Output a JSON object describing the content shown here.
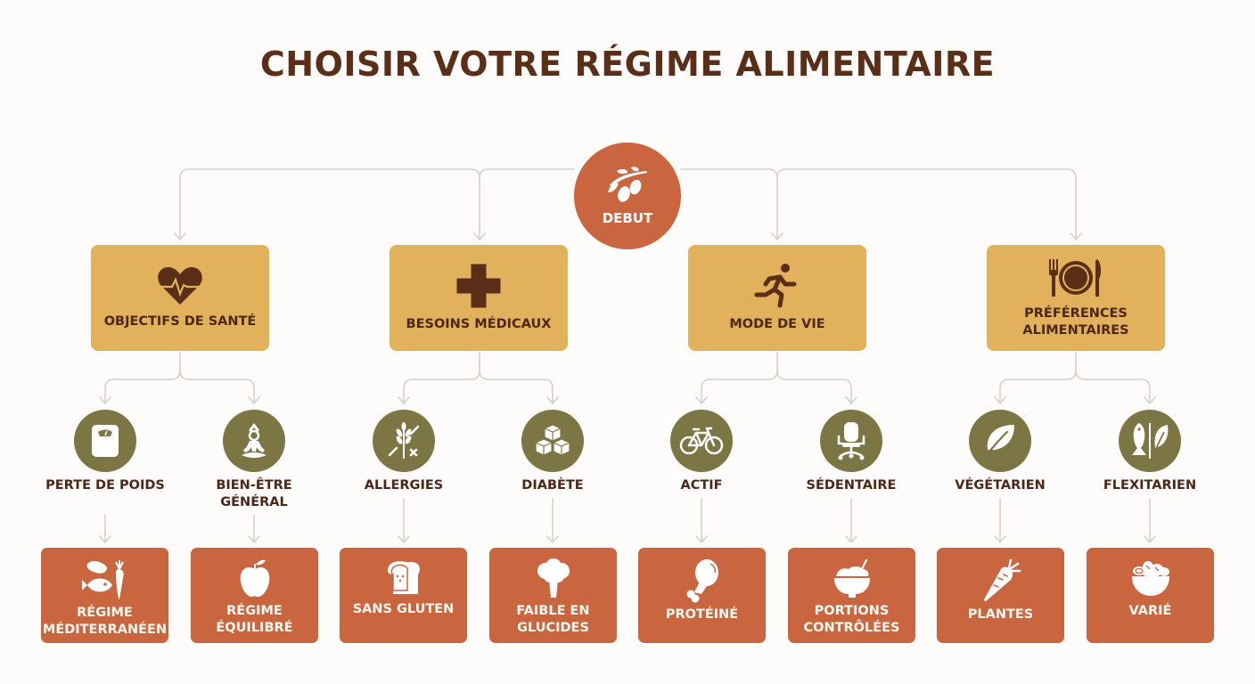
{
  "title": "CHOISIR VOTRE RÉGIME ALIMENTAIRE",
  "start": {
    "label": "DEBUT",
    "icon": "olive-branch-icon"
  },
  "colors": {
    "title": "#5a2e17",
    "start": "#c9663f",
    "category": "#e1b15b",
    "subcategory": "#7c7645",
    "result": "#c9663f",
    "connector": "#d6d0c8"
  },
  "categories": [
    {
      "label": "OBJECTIFS DE SANTÉ",
      "icon": "heart-pulse-icon"
    },
    {
      "label": "BESOINS MÉDICAUX",
      "icon": "medical-cross-icon"
    },
    {
      "label": "MODE DE VIE",
      "icon": "running-person-icon"
    },
    {
      "label": "PRÉFÉRENCES ALIMENTAIRES",
      "icon": "plate-fork-knife-icon"
    }
  ],
  "subcategories": [
    {
      "label": "PERTE DE POIDS",
      "icon": "scale-icon"
    },
    {
      "label": "BIEN-ÊTRE GÉNÉRAL",
      "icon": "yoga-icon"
    },
    {
      "label": "ALLERGIES",
      "icon": "no-wheat-icon"
    },
    {
      "label": "DIABÈTE",
      "icon": "sugar-cubes-icon"
    },
    {
      "label": "ACTIF",
      "icon": "bicycle-icon"
    },
    {
      "label": "SÉDENTAIRE",
      "icon": "office-chair-icon"
    },
    {
      "label": "VÉGÉTARIEN",
      "icon": "leaf-icon"
    },
    {
      "label": "FLEXITARIEN",
      "icon": "fish-leaf-icon"
    }
  ],
  "results": [
    {
      "label": "RÉGIME MÉDITERRANÉEN",
      "icon": "meat-fish-carrot-icon"
    },
    {
      "label": "RÉGIME ÉQUILIBRÉ",
      "icon": "apple-icon"
    },
    {
      "label": "SANS GLUTEN",
      "icon": "bread-icon"
    },
    {
      "label": "FAIBLE EN GLUCIDES",
      "icon": "broccoli-icon"
    },
    {
      "label": "PROTÉINÉ",
      "icon": "chicken-leg-icon"
    },
    {
      "label": "PORTIONS CONTRÔLÉES",
      "icon": "rice-bowl-icon"
    },
    {
      "label": "PLANTES",
      "icon": "carrot-icon"
    },
    {
      "label": "VARIÉ",
      "icon": "salad-bowl-icon"
    }
  ]
}
